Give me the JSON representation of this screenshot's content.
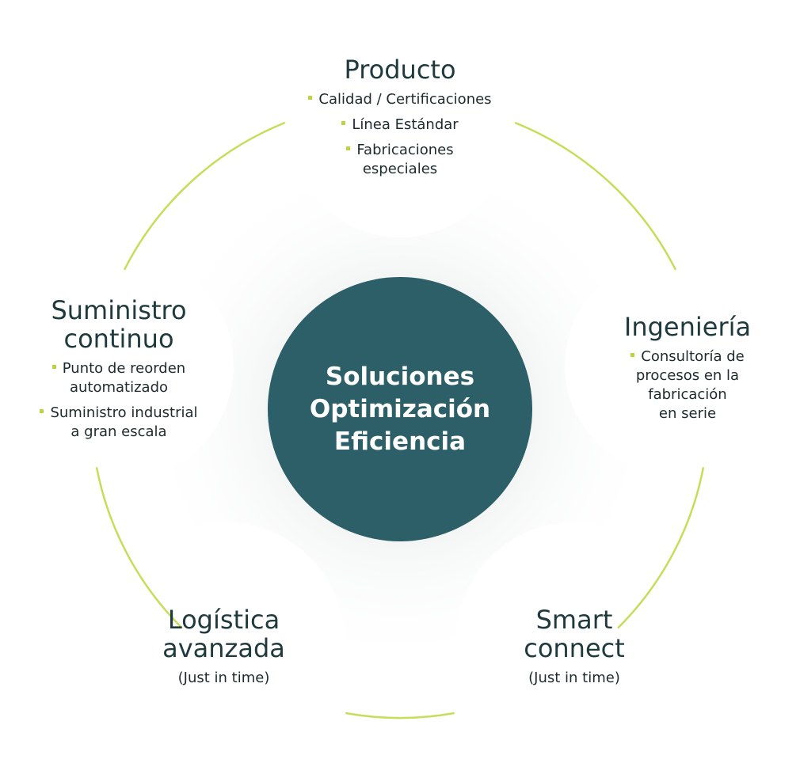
{
  "center": {
    "lines": [
      "Soluciones",
      "Optimización",
      "Eficiencia"
    ]
  },
  "nodes": {
    "producto": {
      "title": [
        "Producto"
      ],
      "items": [
        "Calidad / Certificaciones",
        "Línea Estándar",
        "Fabricaciones\nespeciales"
      ]
    },
    "ingenieria": {
      "title": [
        "Ingeniería"
      ],
      "items": [
        "Consultoría de\nprocesos en la\nfabricación\nen serie"
      ]
    },
    "suministro": {
      "title": [
        "Suministro",
        "continuo"
      ],
      "items": [
        "Punto de reorden\nautomatizado",
        "Suministro industrial\na gran escala"
      ]
    },
    "logistica": {
      "title": [
        "Logística",
        "avanzada"
      ],
      "note": "(Just in time)"
    },
    "smart": {
      "title": [
        "Smart",
        "connect"
      ],
      "note": "(Just in time)"
    }
  },
  "colors": {
    "hub": "#2d5f68",
    "ring": "#c7dd5a",
    "bullet": "#bdd33f",
    "text": "#1f3a3d"
  }
}
